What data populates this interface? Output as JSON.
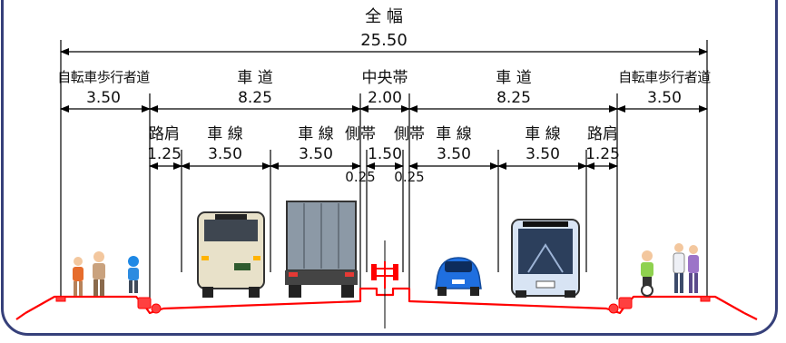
{
  "total": {
    "label": "全 幅",
    "value": "25.50"
  },
  "sections": [
    {
      "label": "自転車歩行者道",
      "value": "3.50"
    },
    {
      "label": "車 道",
      "value": "8.25"
    },
    {
      "label": "中央帯",
      "value": "2.00"
    },
    {
      "label": "車 道",
      "value": "8.25"
    },
    {
      "label": "自転車歩行者道",
      "value": "3.50"
    }
  ],
  "lanes": [
    {
      "label": "路肩",
      "value": "1.25"
    },
    {
      "label": "車 線",
      "value": "3.50"
    },
    {
      "label": "車 線",
      "value": "3.50"
    },
    {
      "label": "側帯",
      "value": "0.25"
    },
    {
      "label": "",
      "value": "1.50"
    },
    {
      "label": "側帯",
      "value": "0.25"
    },
    {
      "label": "車 線",
      "value": "3.50"
    },
    {
      "label": "車 線",
      "value": "3.50"
    },
    {
      "label": "路肩",
      "value": "1.25"
    }
  ],
  "colors": {
    "frame": "#36407a",
    "road": "#ff0000",
    "dimension": "#000000",
    "car": "#1f6fe0",
    "truck": "#8c99a6",
    "bus_left": "#e8e1c9",
    "bus_right": "#d8e4f4"
  }
}
